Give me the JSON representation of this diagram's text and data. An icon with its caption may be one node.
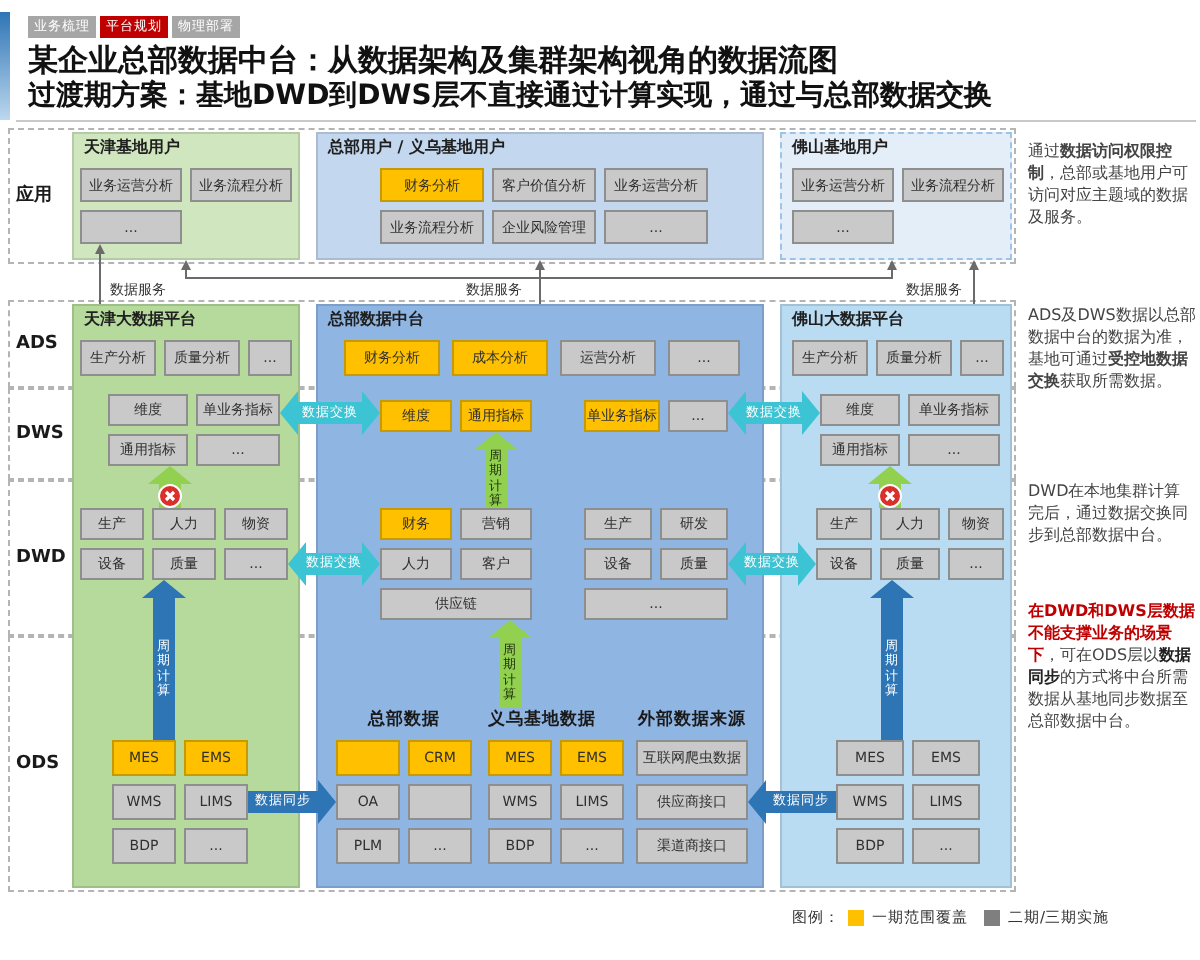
{
  "diagram": {
    "title": "某企业总部数据中台：从数据架构及集群架构视角的数据流图",
    "nodes": [
      {
        "text": [
          "天津基地用户"
        ]
      },
      {
        "text": [
          "业务运营分析"
        ],
        "in": 0
      },
      {
        "text": [
          "业务流程分析"
        ],
        "in": 0
      },
      {
        "text": [
          "..."
        ],
        "in": 0
      },
      {
        "text": [
          "总部用户 / 义乌基地用户"
        ]
      },
      {
        "text": [
          "财务分析"
        ],
        "in": 4
      },
      {
        "text": [
          "客户价值分析"
        ],
        "in": 4
      },
      {
        "text": [
          "业务运营分析"
        ],
        "in": 4
      },
      {
        "text": [
          "业务流程分析"
        ],
        "in": 4
      },
      {
        "text": [
          "企业风险管理"
        ],
        "in": 4
      },
      {
        "text": [
          "..."
        ],
        "in": 4
      },
      {
        "text": [
          "佛山基地用户"
        ]
      },
      {
        "text": [
          "业务运营分析"
        ],
        "in": 11
      },
      {
        "text": [
          "业务流程分析"
        ],
        "in": 11
      },
      {
        "text": [
          "..."
        ],
        "in": 11
      },
      {
        "text": [
          "天津大数据平台"
        ]
      },
      {
        "text": [
          "生产分析"
        ],
        "in": 15
      },
      {
        "text": [
          "质量分析"
        ],
        "in": 15
      },
      {
        "text": [
          "..."
        ],
        "in": 15
      },
      {
        "text": [
          "维度"
        ],
        "in": 15
      },
      {
        "text": [
          "单业务指标"
        ],
        "in": 15
      },
      {
        "text": [
          "通用指标"
        ],
        "in": 15
      },
      {
        "text": [
          "..."
        ],
        "in": 15
      },
      {
        "text": [
          "生产"
        ],
        "in": 15
      },
      {
        "text": [
          "人力"
        ],
        "in": 15
      },
      {
        "text": [
          "物资"
        ],
        "in": 15
      },
      {
        "text": [
          "设备"
        ],
        "in": 15
      },
      {
        "text": [
          "质量"
        ],
        "in": 15
      },
      {
        "text": [
          "..."
        ],
        "in": 15
      },
      {
        "text": [
          "MES"
        ],
        "in": 15
      },
      {
        "text": [
          "EMS"
        ],
        "in": 15
      },
      {
        "text": [
          "WMS"
        ],
        "in": 15
      },
      {
        "text": [
          "LIMS"
        ],
        "in": 15
      },
      {
        "text": [
          "BDP"
        ],
        "in": 15
      },
      {
        "text": [
          "..."
        ],
        "in": 15
      },
      {
        "text": [
          "总部数据中台"
        ]
      },
      {
        "text": [
          "财务分析"
        ],
        "in": 35
      },
      {
        "text": [
          "成本分析"
        ],
        "in": 35
      },
      {
        "text": [
          "运营分析"
        ],
        "in": 35
      },
      {
        "text": [
          "..."
        ],
        "in": 35
      },
      {
        "text": [
          "维度"
        ],
        "in": 35
      },
      {
        "text": [
          "通用指标"
        ],
        "in": 35
      },
      {
        "text": [
          "单业务指标"
        ],
        "in": 35
      },
      {
        "text": [
          "..."
        ],
        "in": 35
      },
      {
        "text": [
          "财务"
        ],
        "in": 35
      },
      {
        "text": [
          "营销"
        ],
        "in": 35
      },
      {
        "text": [
          "人力"
        ],
        "in": 35
      },
      {
        "text": [
          "客户"
        ],
        "in": 35
      },
      {
        "text": [
          "供应链"
        ],
        "in": 35
      },
      {
        "text": [
          "生产"
        ],
        "in": 35
      },
      {
        "text": [
          "研发"
        ],
        "in": 35
      },
      {
        "text": [
          "设备"
        ],
        "in": 35
      },
      {
        "text": [
          "质量"
        ],
        "in": 35
      },
      {
        "text": [
          "..."
        ],
        "in": 35
      },
      {
        "text": [],
        "shape": "box",
        "in": 35
      },
      {
        "text": [
          "CRM"
        ],
        "in": 35
      },
      {
        "text": [
          "OA"
        ],
        "in": 35
      },
      {
        "text": [],
        "shape": "box",
        "in": 35
      },
      {
        "text": [
          "PLM"
        ],
        "in": 35
      },
      {
        "text": [
          "..."
        ],
        "in": 35
      },
      {
        "text": [
          "义乌基地数据"
        ],
        "in": 35
      },
      {
        "text": [
          "MES"
        ],
        "in": 35
      },
      {
        "text": [
          "EMS"
        ],
        "in": 35
      },
      {
        "text": [
          "WMS"
        ],
        "in": 35
      },
      {
        "text": [
          "LIMS"
        ],
        "in": 35
      },
      {
        "text": [
          "BDP"
        ],
        "in": 35
      },
      {
        "text": [
          "..."
        ],
        "in": 35
      },
      {
        "text": [
          "互联网爬虫数据"
        ],
        "in": 35
      },
      {
        "text": [
          "供应商接口"
        ],
        "in": 35
      },
      {
        "text": [
          "渠道商接口"
        ],
        "in": 35
      },
      {
        "text": [
          "佛山大数据平台"
        ]
      },
      {
        "text": [
          "生产分析"
        ],
        "in": 70
      },
      {
        "text": [
          "质量分析"
        ],
        "in": 70
      },
      {
        "text": [
          "..."
        ],
        "in": 70
      },
      {
        "text": [
          "维度"
        ],
        "in": 70
      },
      {
        "text": [
          "单业务指标"
        ],
        "in": 70
      },
      {
        "text": [
          "通用指标"
        ],
        "in": 70
      },
      {
        "text": [
          "..."
        ],
        "in": 70
      },
      {
        "text": [
          "生产"
        ],
        "in": 70
      },
      {
        "text": [
          "人力"
        ],
        "in": 70
      },
      {
        "text": [
          "物资"
        ],
        "in": 70
      },
      {
        "text": [
          "设备"
        ],
        "in": 70
      },
      {
        "text": [
          "质量"
        ],
        "in": 70
      },
      {
        "text": [
          "..."
        ],
        "in": 70
      },
      {
        "text": [
          "MES"
        ],
        "in": 70
      },
      {
        "text": [
          "EMS"
        ],
        "in": 70
      },
      {
        "text": [
          "WMS"
        ],
        "in": 70
      },
      {
        "text": [
          "LIMS"
        ],
        "in": 70
      },
      {
        "text": [
          "BDP"
        ],
        "in": 70
      },
      {
        "text": [
          "..."
        ],
        "in": 70
      }
    ],
    "edges": [
      {
        "from": 15,
        "to": 3,
        "arrow": "to",
        "label": "数据服务"
      },
      {
        "from": 35,
        "to": 4,
        "arrow": "to",
        "label": "数据服务"
      },
      {
        "from": 35,
        "to": 0,
        "arrow": "to"
      },
      {
        "from": 35,
        "to": 11,
        "arrow": "to"
      },
      {
        "from": 70,
        "to": 11,
        "arrow": "to",
        "label": "数据服务"
      },
      {
        "from": 20,
        "to": 40,
        "arrow": "both",
        "label": "数据交换",
        "style": "thick",
        "color": "#3cc4d4"
      },
      {
        "from": 28,
        "to": 46,
        "arrow": "both",
        "label": "数据交换",
        "style": "thick",
        "color": "#3cc4d4"
      },
      {
        "from": 43,
        "to": 74,
        "arrow": "both",
        "label": "数据交换",
        "style": "thick",
        "color": "#3cc4d4"
      },
      {
        "from": 52,
        "to": 81,
        "arrow": "both",
        "label": "数据交换",
        "style": "thick",
        "color": "#3cc4d4"
      },
      {
        "from": 24,
        "to": 21,
        "arrow": "to",
        "style": "thick",
        "color": "#92d050"
      },
      {
        "from": 29,
        "to": 27,
        "arrow": "to",
        "label": "周期计算",
        "style": "thick",
        "color": "#2e75b6"
      },
      {
        "from": 45,
        "to": 41,
        "arrow": "to",
        "label": "周期计算",
        "style": "thick",
        "color": "#92d050"
      },
      {
        "from": 60,
        "to": 48,
        "arrow": "to",
        "label": "周期计算",
        "style": "thick",
        "color": "#92d050"
      },
      {
        "from": 79,
        "to": 76,
        "arrow": "to",
        "style": "thick",
        "color": "#92d050"
      },
      {
        "from": 84,
        "to": 82,
        "arrow": "to",
        "label": "周期计算",
        "style": "thick",
        "color": "#2e75b6"
      },
      {
        "from": 32,
        "to": 56,
        "arrow": "to",
        "label": "数据同步",
        "style": "thick",
        "color": "#2e75b6"
      },
      {
        "from": 86,
        "to": 68,
        "arrow": "to",
        "label": "数据同步",
        "style": "thick",
        "color": "#2e75b6"
      }
    ],
    "labels": [
      "业务梳理",
      "平台规划",
      "物理部署",
      "**过渡期方案**：基地DWD到DWS层不直接通过计算实现，通过与总部数据交换",
      "应用",
      "ADS",
      "DWS",
      "DWD",
      "ODS",
      "总部数据",
      "外部数据来源",
      "通过**数据访问权限控制**，总部或基地用户可访问对应主题域的数据及服务。",
      "ADS及DWS数据以总部数据中台的数据为准，基地可通过**受控地数据交换**获取所需数据。",
      "DWD在本地集群计算完后，通过数据交换同步到总部数据中台。",
      "**在DWD和DWS层数据不能支撑业务的场景下**，可在ODS层以**数据同步**的方式将中台所需数据从基地同步数据至总部数据中台。",
      "图例："
    ],
    "legend": [
      {
        "text": "一期范围覆盖",
        "color": "#ffc000"
      },
      {
        "text": "二期/三期实施",
        "color": "#7f7f7f"
      }
    ]
  }
}
